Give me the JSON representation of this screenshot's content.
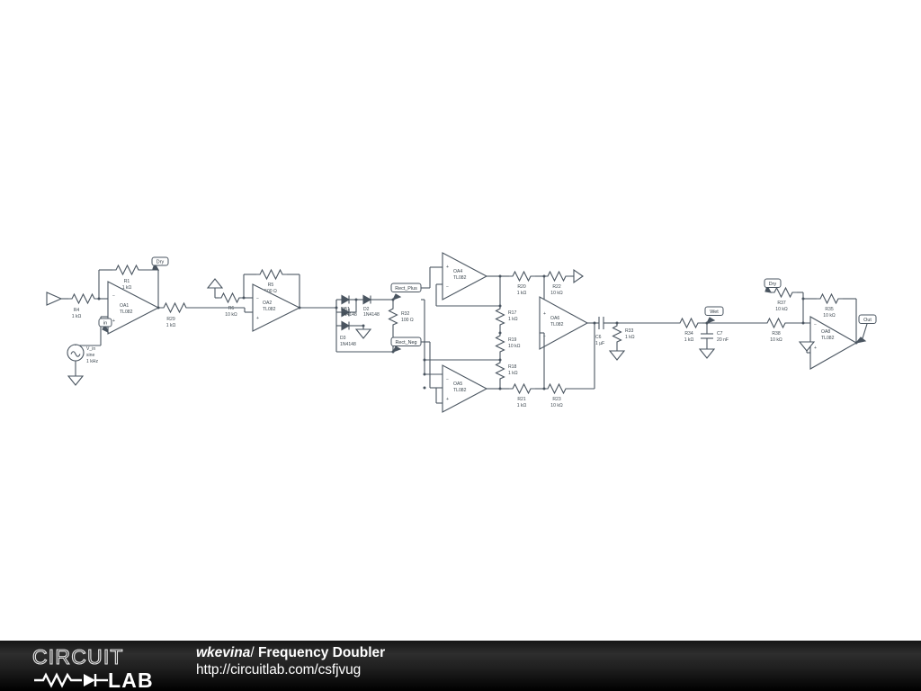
{
  "footer": {
    "logo_word_top": "CIRCUIT",
    "logo_word_bottom": "LAB",
    "user": "wkevina",
    "separator": "/",
    "project": "Frequency Doubler",
    "url": "http://circuitlab.com/csfjvug"
  },
  "schematic": {
    "title": "Frequency Doubler",
    "net_labels": [
      {
        "name": "dry-label-left",
        "text": "Dry"
      },
      {
        "name": "in-label",
        "text": "in"
      },
      {
        "name": "rect-plus-label",
        "text": "Rect_Plus"
      },
      {
        "name": "rect-neg-label",
        "text": "Rect_Neg"
      },
      {
        "name": "wet-label",
        "text": "Wet"
      },
      {
        "name": "dry-label-right",
        "text": "Dry"
      },
      {
        "name": "out-label",
        "text": "Out"
      }
    ],
    "source": {
      "ref": "V_in",
      "type": "sine",
      "freq": "1 kHz"
    },
    "opamps": [
      {
        "ref": "OA1",
        "model": "TL082"
      },
      {
        "ref": "OA2",
        "model": "TL082"
      },
      {
        "ref": "OA4",
        "model": "TL082"
      },
      {
        "ref": "OA5",
        "model": "TL082"
      },
      {
        "ref": "OA6",
        "model": "TL082"
      },
      {
        "ref": "OA8",
        "model": "TL082"
      }
    ],
    "resistors": [
      {
        "ref": "R4",
        "value": "1 kΩ"
      },
      {
        "ref": "R1",
        "value": "1 kΩ"
      },
      {
        "ref": "R29",
        "value": "1 kΩ"
      },
      {
        "ref": "R6",
        "value": "10 kΩ"
      },
      {
        "ref": "R5",
        "value": "500 Ω"
      },
      {
        "ref": "R32",
        "value": "100 Ω"
      },
      {
        "ref": "R17",
        "value": "1 kΩ"
      },
      {
        "ref": "R19",
        "value": "10 kΩ"
      },
      {
        "ref": "R18",
        "value": "1 kΩ"
      },
      {
        "ref": "R20",
        "value": "1 kΩ"
      },
      {
        "ref": "R22",
        "value": "10 kΩ"
      },
      {
        "ref": "R21",
        "value": "1 kΩ"
      },
      {
        "ref": "R23",
        "value": "10 kΩ"
      },
      {
        "ref": "R33",
        "value": "1 kΩ"
      },
      {
        "ref": "R34",
        "value": "1 kΩ"
      },
      {
        "ref": "R37",
        "value": "10 kΩ"
      },
      {
        "ref": "R38",
        "value": "10 kΩ"
      },
      {
        "ref": "R35",
        "value": "10 kΩ"
      }
    ],
    "capacitors": [
      {
        "ref": "C6",
        "value": "1 µF"
      },
      {
        "ref": "C7",
        "value": "20 nF"
      }
    ],
    "diodes": [
      {
        "ref": "DB1",
        "value": "1N4148"
      },
      {
        "ref": "D2",
        "value": "1N4148"
      },
      {
        "ref": "D3",
        "value": "1N4148"
      }
    ],
    "colors": {
      "background": "#ffffff",
      "wire": "#4a5560",
      "text": "#3d4850",
      "footer_bg": "#000000",
      "footer_text": "#ffffff"
    }
  }
}
